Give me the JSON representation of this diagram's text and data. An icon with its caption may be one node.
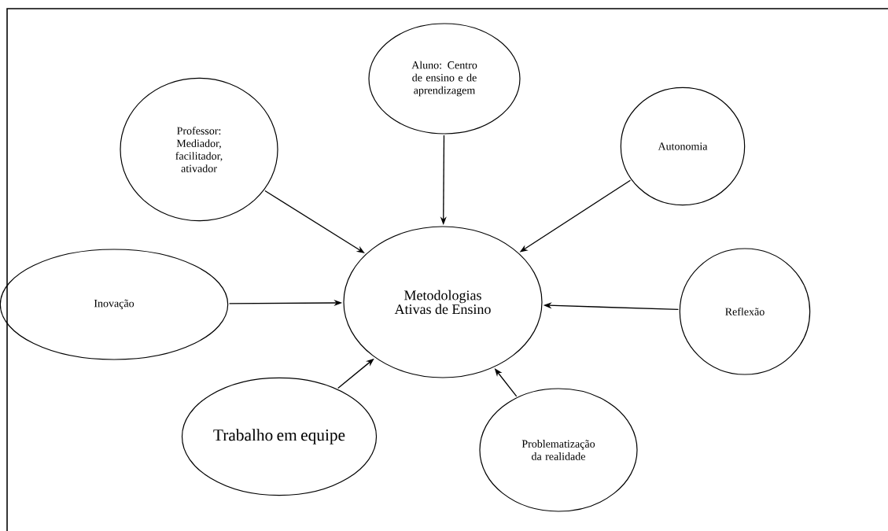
{
  "diagram": {
    "nodes": [
      {
        "text": [
          "Metodologias Ativas de Ensino"
        ]
      },
      {
        "text": [
          "Professor: Mediador, facilitador, ativador"
        ]
      },
      {
        "text": [
          "Aluno: Centro de ensino e de aprendizagem"
        ]
      },
      {
        "text": [
          "Autonomia"
        ]
      },
      {
        "text": [
          "Inovação"
        ]
      },
      {
        "text": [
          "Reflexão"
        ]
      },
      {
        "text": [
          "Trabalho em equipe"
        ]
      },
      {
        "text": [
          "Problematização da realidade"
        ]
      }
    ],
    "edges": [
      {
        "from": 1,
        "to": 0,
        "arrow": "to"
      },
      {
        "from": 2,
        "to": 0,
        "arrow": "to"
      },
      {
        "from": 3,
        "to": 0,
        "arrow": "to"
      },
      {
        "from": 4,
        "to": 0,
        "arrow": "to"
      },
      {
        "from": 5,
        "to": 0,
        "arrow": "to"
      },
      {
        "from": 6,
        "to": 0,
        "arrow": "to"
      },
      {
        "from": 7,
        "to": 0,
        "arrow": "to"
      }
    ]
  }
}
